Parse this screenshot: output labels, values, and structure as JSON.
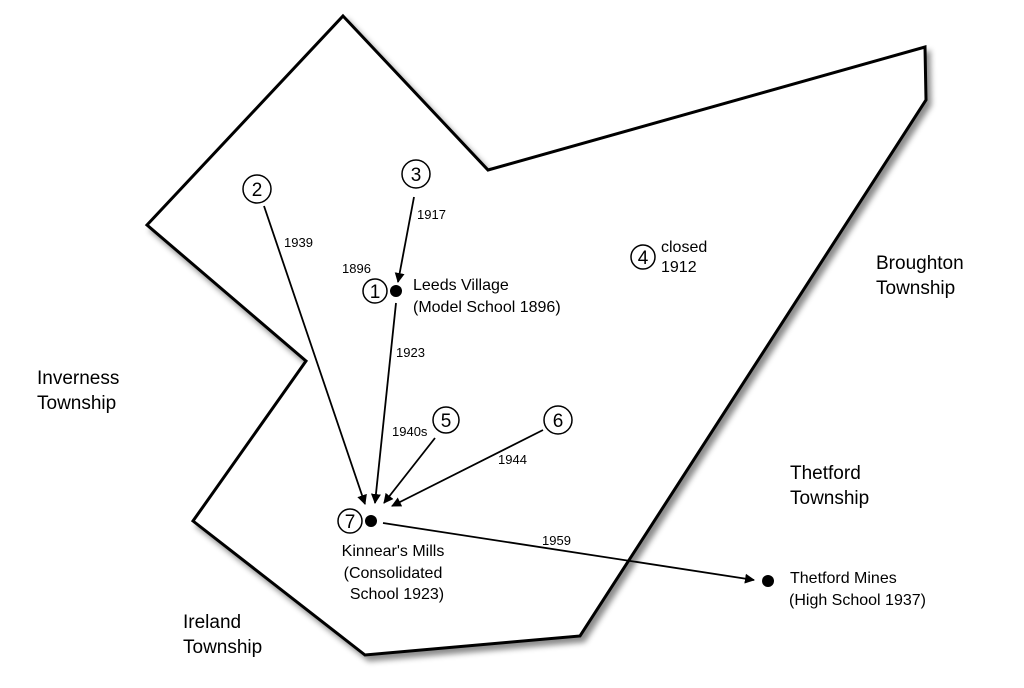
{
  "regions": {
    "inverness": [
      "Inverness",
      "Township"
    ],
    "broughton": [
      "Broughton",
      "Township"
    ],
    "thetford": [
      "Thetford",
      "Township"
    ],
    "ireland": [
      "Ireland",
      "Township"
    ]
  },
  "places": {
    "leeds": [
      "Leeds Village",
      "(Model School 1896)"
    ],
    "kinnears": [
      "Kinnear's Mills",
      "(Consolidated",
      "School 1923)"
    ],
    "thetford_mines": [
      "Thetford Mines",
      "(High School 1937)"
    ]
  },
  "schools": {
    "s1": "1",
    "s2": "2",
    "s3": "3",
    "s4": "4",
    "s5": "5",
    "s6": "6",
    "s7": "7"
  },
  "school4_note": [
    "closed",
    "1912"
  ],
  "years": {
    "y1896": "1896",
    "y1917": "1917",
    "y1939": "1939",
    "y1923": "1923",
    "y1940s": "1940s",
    "y1944": "1944",
    "y1959": "1959"
  }
}
